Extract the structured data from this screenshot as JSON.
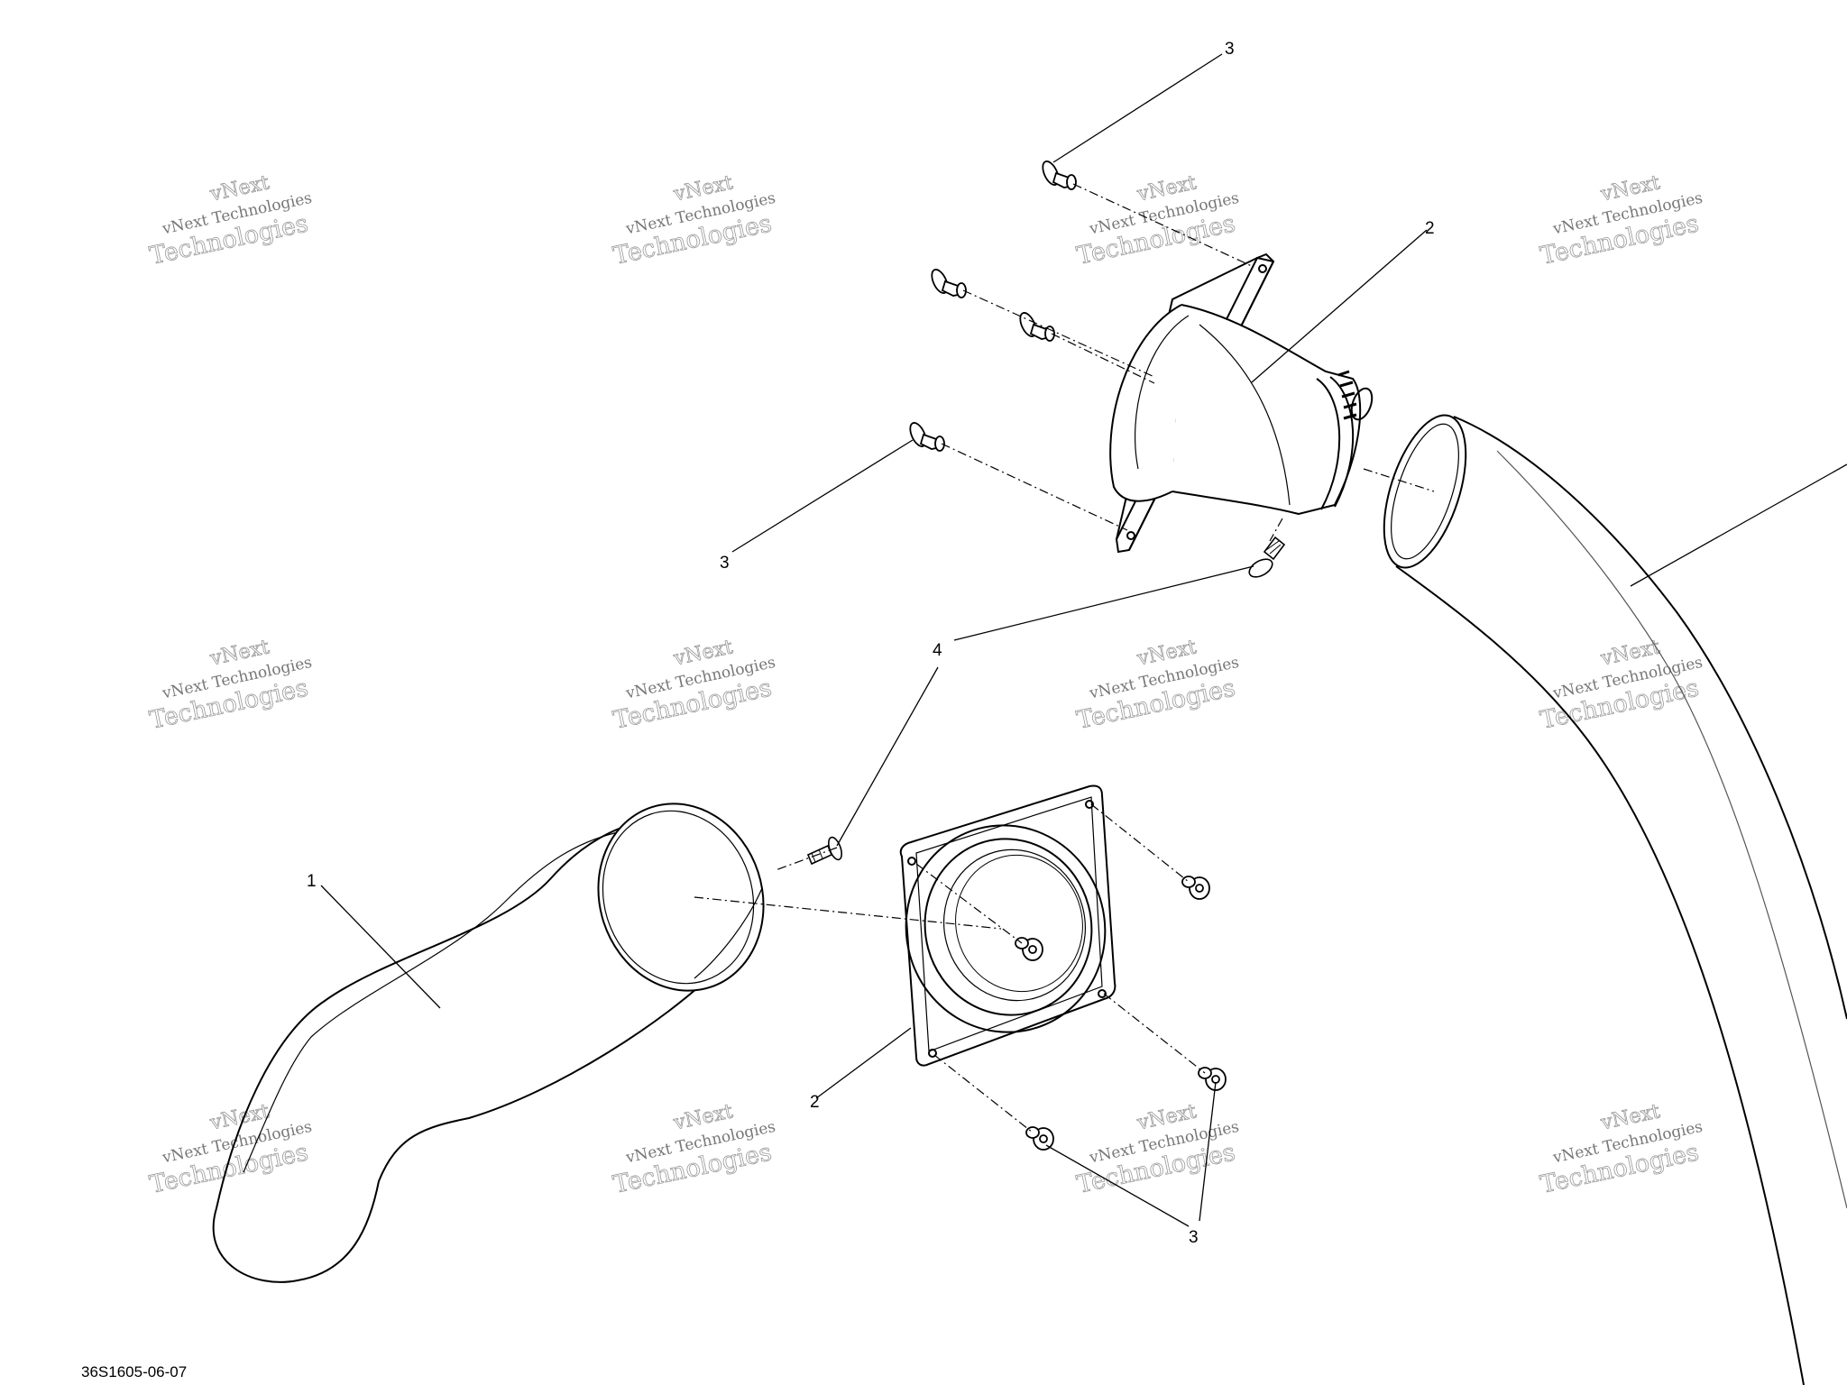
{
  "diagram": {
    "drawing_id": "36S1605-06-07",
    "callouts": [
      {
        "id": "c-3-top",
        "label": "3"
      },
      {
        "id": "c-2-top",
        "label": "2"
      },
      {
        "id": "c-3-left",
        "label": "3"
      },
      {
        "id": "c-4",
        "label": "4"
      },
      {
        "id": "c-1",
        "label": "1"
      },
      {
        "id": "c-2-bottom",
        "label": "2"
      },
      {
        "id": "c-3-bottom",
        "label": "3"
      }
    ],
    "watermark": {
      "line0": "vNext",
      "line1": "vNext Technologies",
      "line2": "Technologies"
    }
  }
}
